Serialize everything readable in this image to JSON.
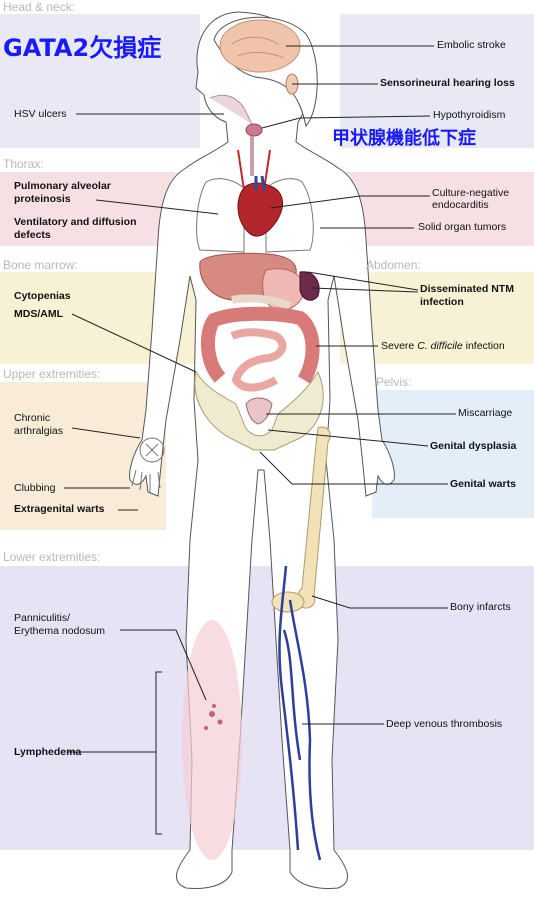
{
  "overlay": {
    "title": "GATA2欠損症",
    "subtitle": "甲状腺機能低下症"
  },
  "sections": {
    "head_neck": "Head & neck:",
    "thorax": "Thorax:",
    "bone_marrow": "Bone marrow:",
    "abdomen": "Abdomen:",
    "upper_extremities": "Upper extremities:",
    "pelvis": "Pelvis:",
    "lower_extremities": "Lower extremities:"
  },
  "labels": {
    "embolic_stroke": "Embolic stroke",
    "sensorineural": "Sensorineural hearing loss",
    "hsv_ulcers": "HSV ulcers",
    "hypothyroidism": "Hypothyroidism",
    "pap_1": "Pulmonary alveolar",
    "pap_2": "proteinosis",
    "vent_1": "Ventilatory and diffusion",
    "vent_2": "defects",
    "culture_1": "Culture-negative",
    "culture_2": "endocarditis",
    "solid_tumors": "Solid organ tumors",
    "cytopenias": "Cytopenias",
    "mds_aml": "MDS/AML",
    "ntm_1": "Disseminated NTM",
    "ntm_2": "infection",
    "cdiff_pre": "Severe ",
    "cdiff_italic": "C. difficile",
    "cdiff_post": " infection",
    "chronic_1": "Chronic",
    "chronic_2": "arthralgias",
    "miscarriage": "Miscarriage",
    "genital_dysplasia": "Genital dysplasia",
    "clubbing": "Clubbing",
    "genital_warts": "Genital warts",
    "extragenital_warts": "Extragenital warts",
    "panniculitis_1": "Panniculitis/",
    "panniculitis_2": "Erythema nodosum",
    "bony_infarcts": "Bony infarcts",
    "dvt": "Deep venous thrombosis",
    "lymphedema": "Lymphedema"
  },
  "colors": {
    "head_panel": "#e9e9f6",
    "thorax_panel": "#f6e0e3",
    "marrow_panel": "#f7f2d6",
    "upper_panel": "#f8ecd8",
    "pelvis_panel": "#e3eef8",
    "lower_panel": "#e6e3f4",
    "overlay_text": "#1a1aff"
  }
}
